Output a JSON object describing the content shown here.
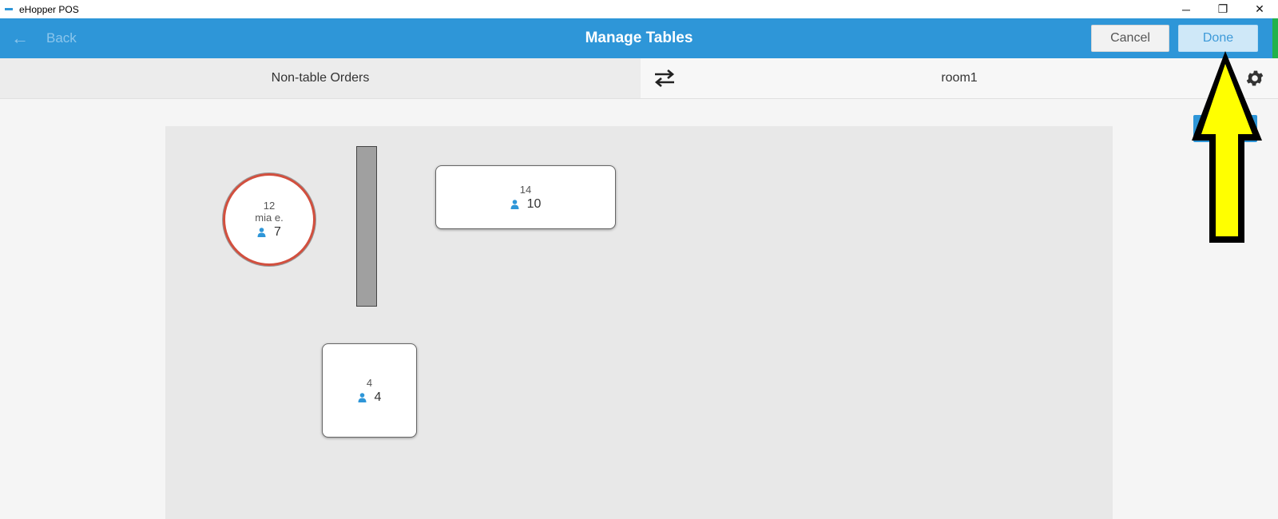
{
  "window": {
    "title": "eHopper POS",
    "min_glyph": "─",
    "max_glyph": "❐",
    "close_glyph": "✕"
  },
  "header": {
    "back_label": "Back",
    "back_glyph": "←",
    "title": "Manage Tables",
    "cancel_label": "Cancel",
    "done_label": "Done",
    "color": "#2e96d8"
  },
  "tabs": {
    "non_table": "Non-table Orders",
    "room": "room1",
    "swap_icon": "swap-arrows-icon",
    "settings_icon": "gear-icon"
  },
  "tables": [
    {
      "number": "12",
      "server": "mia e.",
      "guests": "7",
      "shape": "circle",
      "status": "occupied",
      "status_color": "#d24f3e"
    },
    {
      "number": "14",
      "server": "",
      "guests": "10",
      "shape": "rectangle"
    },
    {
      "number": "4",
      "server": "",
      "guests": "4",
      "shape": "square"
    }
  ],
  "annotation": {
    "type": "arrow",
    "color": "#ffff00",
    "points_to": "done-button"
  }
}
